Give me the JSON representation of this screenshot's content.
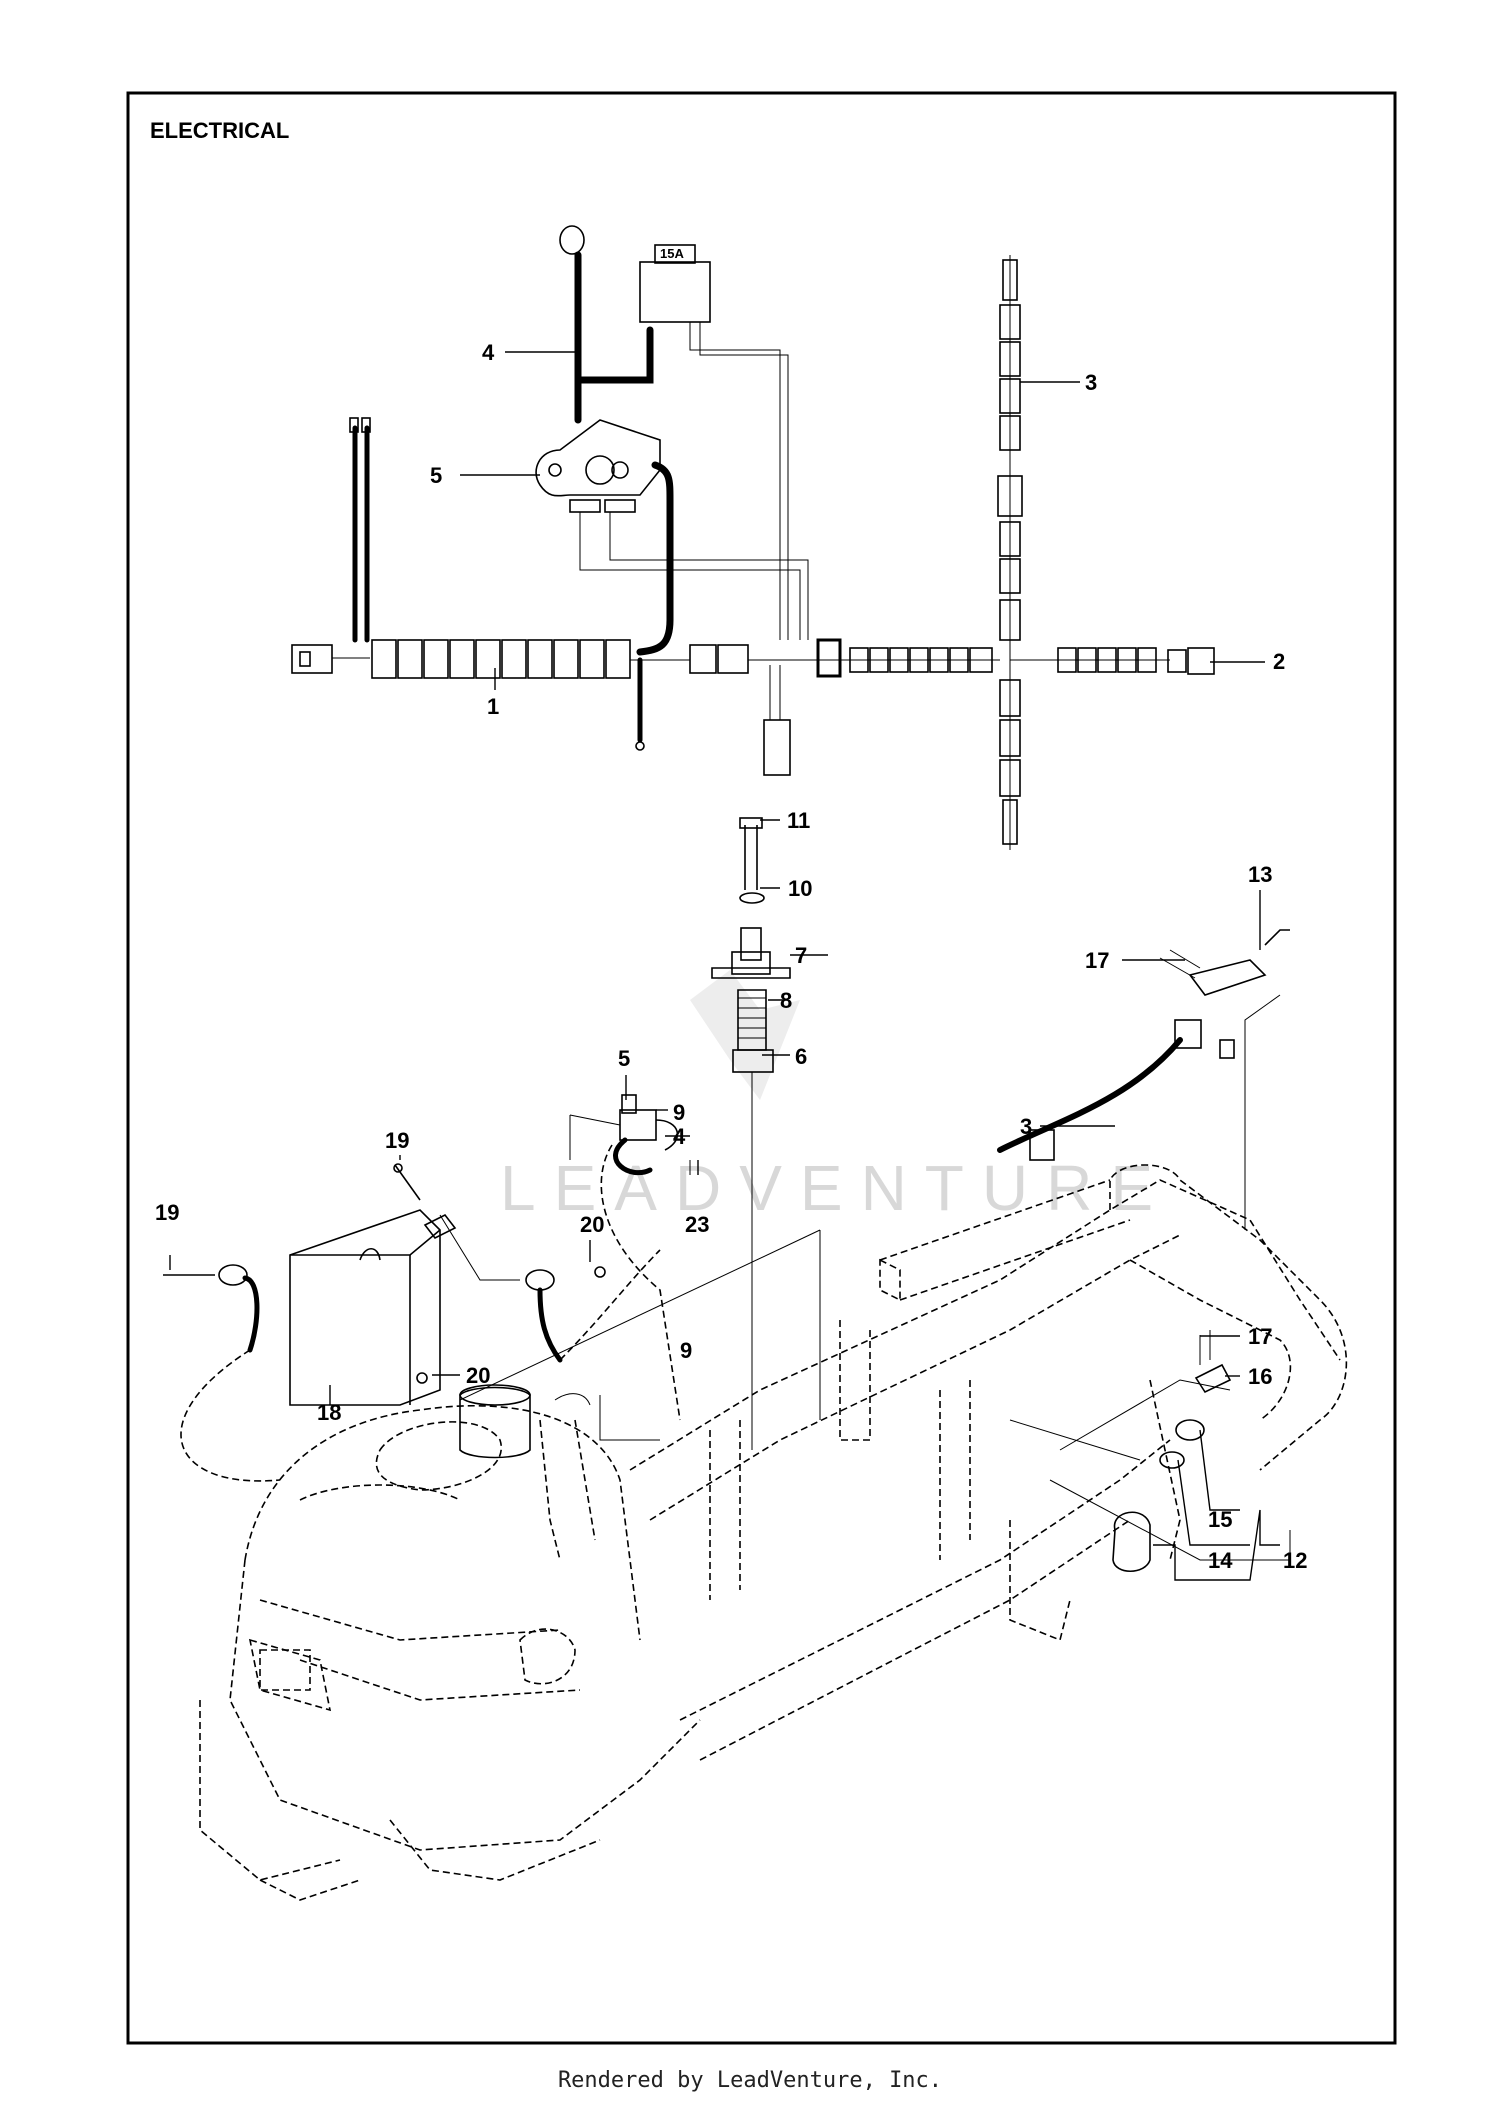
{
  "title": "ELECTRICAL",
  "watermark": "LEADVENTURE",
  "footer": "Rendered by LeadVenture, Inc.",
  "fuse_label": "15A",
  "callouts": {
    "c1": "1",
    "c2": "2",
    "c3a": "3",
    "c3b": "3",
    "c4a": "4",
    "c4b": "4",
    "c5a": "5",
    "c5b": "5",
    "c6": "6",
    "c7": "7",
    "c8": "8",
    "c9a": "9",
    "c9b": "9",
    "c10": "10",
    "c11": "11",
    "c12": "12",
    "c13": "13",
    "c14": "14",
    "c15": "15",
    "c16": "16",
    "c17a": "17",
    "c17b": "17",
    "c18": "18",
    "c19a": "19",
    "c19b": "19",
    "c20a": "20",
    "c20b": "20",
    "c23": "23"
  }
}
